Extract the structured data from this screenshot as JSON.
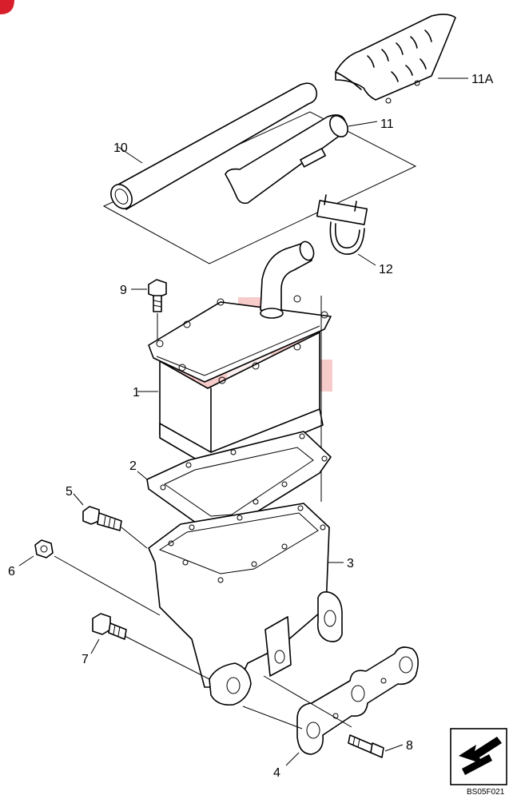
{
  "callouts": {
    "c11a": "11A",
    "c11": "11",
    "c10": "10",
    "c12": "12",
    "c9": "9",
    "c1": "1",
    "c2": "2",
    "c3": "3",
    "c5": "5",
    "c6": "6",
    "c7": "7",
    "c8": "8",
    "c4": "4"
  },
  "figure_code": "BS05F021",
  "watermark_color": "#f2a0a0"
}
